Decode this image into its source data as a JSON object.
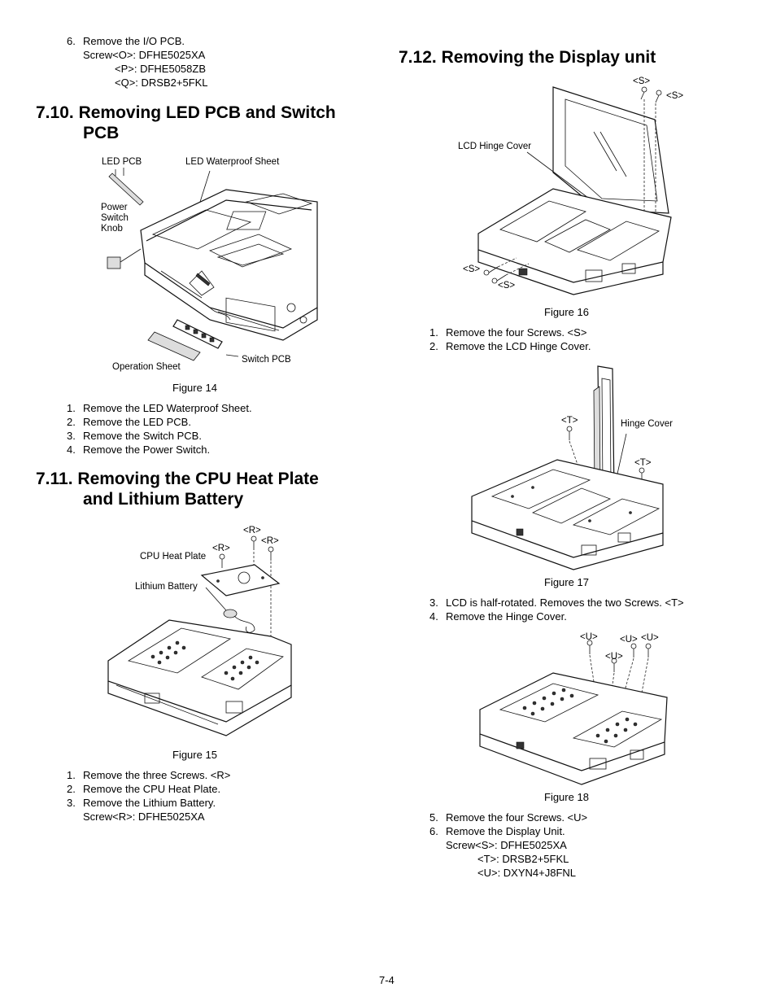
{
  "top_steps": {
    "num": "6.",
    "text": "Remove the I/O PCB.",
    "screw_lines": [
      "Screw<O>: DFHE5025XA",
      "<P>: DFHE5058ZB",
      "<Q>: DRSB2+5FKL"
    ]
  },
  "s710": {
    "num": "7.10.",
    "title_line1": "Removing LED PCB and Switch",
    "title_line2": "PCB",
    "labels": {
      "led_pcb": "LED PCB",
      "led_waterproof": "LED Waterproof Sheet",
      "power_switch_1": "Power",
      "power_switch_2": "Switch",
      "power_switch_3": "Knob",
      "switch_pcb": "Switch PCB",
      "operation_sheet": "Operation Sheet"
    },
    "caption": "Figure 14",
    "steps": [
      {
        "n": "1.",
        "t": "Remove the LED Waterproof Sheet."
      },
      {
        "n": "2.",
        "t": "Remove the LED PCB."
      },
      {
        "n": "3.",
        "t": "Remove the Switch PCB."
      },
      {
        "n": "4.",
        "t": "Remove the Power Switch."
      }
    ]
  },
  "s711": {
    "num": "7.11.",
    "title_line1": "Removing the CPU Heat Plate",
    "title_line2": "and Lithium Battery",
    "labels": {
      "r1": "<R>",
      "r2": "<R>",
      "r3": "<R>",
      "cpu_heat_plate": "CPU Heat Plate",
      "lithium_battery": "Lithium Battery"
    },
    "caption": "Figure 15",
    "steps": [
      {
        "n": "1.",
        "t": "Remove the three Screws. <R>"
      },
      {
        "n": "2.",
        "t": "Remove the CPU Heat Plate."
      },
      {
        "n": "3.",
        "t": "Remove the Lithium Battery."
      }
    ],
    "screw_line": "Screw<R>: DFHE5025XA"
  },
  "s712": {
    "num": "7.12.",
    "title": "Removing the Display unit",
    "fig16": {
      "labels": {
        "s_top1": "<S>",
        "s_top2": "<S>",
        "lcd_hinge_cover": "LCD Hinge Cover",
        "s_left1": "<S>",
        "s_left2": "<S>"
      },
      "caption": "Figure 16",
      "steps": [
        {
          "n": "1.",
          "t": "Remove the four Screws. <S>"
        },
        {
          "n": "2.",
          "t": "Remove the LCD Hinge Cover."
        }
      ]
    },
    "fig17": {
      "labels": {
        "t1": "<T>",
        "t2": "<T>",
        "hinge_cover": "Hinge Cover"
      },
      "caption": "Figure 17",
      "steps": [
        {
          "n": "3.",
          "t": "LCD is half-rotated. Removes the two Screws. <T>"
        },
        {
          "n": "4.",
          "t": "Remove the Hinge Cover."
        }
      ]
    },
    "fig18": {
      "labels": {
        "u1": "<U>",
        "u2": "<U>",
        "u3": "<U>",
        "u4": "<U>"
      },
      "caption": "Figure 18",
      "steps": [
        {
          "n": "5.",
          "t": "Remove the four Screws. <U>"
        },
        {
          "n": "6.",
          "t": "Remove the Display Unit."
        }
      ],
      "screw_lines": [
        "Screw<S>: DFHE5025XA",
        "<T>: DRSB2+5FKL",
        "<U>: DXYN4+J8FNL"
      ]
    }
  },
  "footer": {
    "page": "7-4"
  }
}
